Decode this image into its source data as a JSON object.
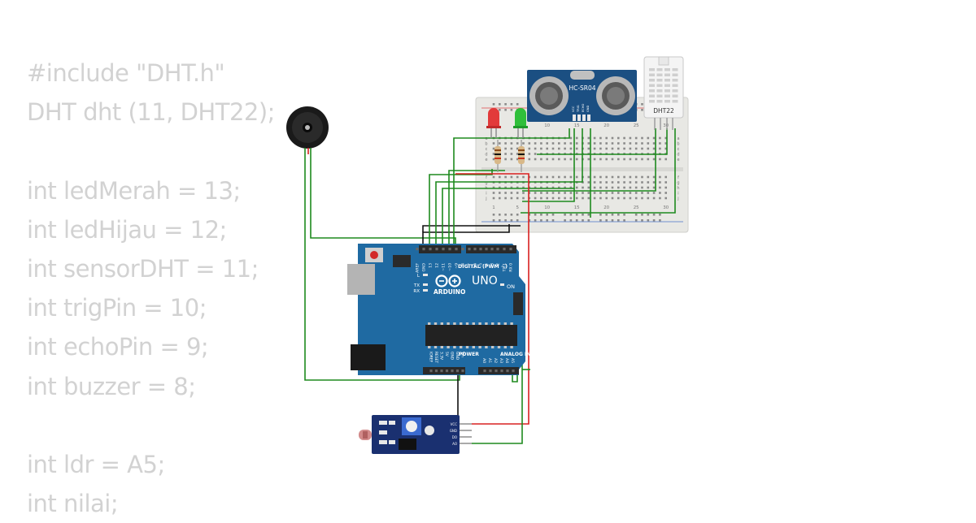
{
  "code_lines": [
    "#include \"DHT.h\"",
    "DHT dht (11, DHT22);",
    "",
    "int ledMerah = 13;",
    "int ledHijau = 12;",
    "int sensorDHT = 11;",
    "int trigPin = 10;",
    "int echoPin = 9;",
    "int buzzer = 8;",
    "",
    "int ldr = A5;",
    "int nilai;"
  ],
  "ultrasonic": {
    "label": "HC-SR04",
    "pins": [
      "VCC",
      "TRIG",
      "ECHO",
      "GND"
    ]
  },
  "dht": {
    "label": "DHT22"
  },
  "breadboard": {
    "col_numbers": [
      "1",
      "5",
      "10",
      "15",
      "20",
      "25",
      "30"
    ],
    "row_letters_top": [
      "a",
      "b",
      "c",
      "d",
      "e"
    ],
    "row_letters_bottom": [
      "f",
      "g",
      "h",
      "i",
      "j"
    ]
  },
  "arduino": {
    "brand": "ARDUINO",
    "model": "UNO",
    "digital_label": "DIGITAL (PWM ~)",
    "power_label": "POWER",
    "analog_label": "ANALOG IN",
    "on_label": "ON",
    "led_labels": [
      "L",
      "TX",
      "RX"
    ],
    "top_pins": [
      "AREF",
      "GND",
      "13",
      "12",
      "~11",
      "~10",
      "~9",
      "8",
      "7",
      "~6",
      "~5",
      "4",
      "~3",
      "2",
      "TX 1",
      "RX 0"
    ],
    "power_pins": [
      "IOREF",
      "RESET",
      "3.3V",
      "5V",
      "GND",
      "GND",
      "Vin"
    ],
    "analog_pins": [
      "A0",
      "A1",
      "A2",
      "A3",
      "A4",
      "A5"
    ]
  },
  "ldr_module": {
    "pins": [
      "VCC",
      "GND",
      "DO",
      "AO"
    ]
  },
  "colors": {
    "code_text": "#d2d2d2",
    "board_blue": "#1f6aa2",
    "breadboard": "#e8e8e4",
    "wire_green": "#1e8a1e",
    "wire_red": "#d92020",
    "wire_black": "#111111",
    "led_red": "#e23a3a",
    "led_green": "#2fbf3a"
  }
}
